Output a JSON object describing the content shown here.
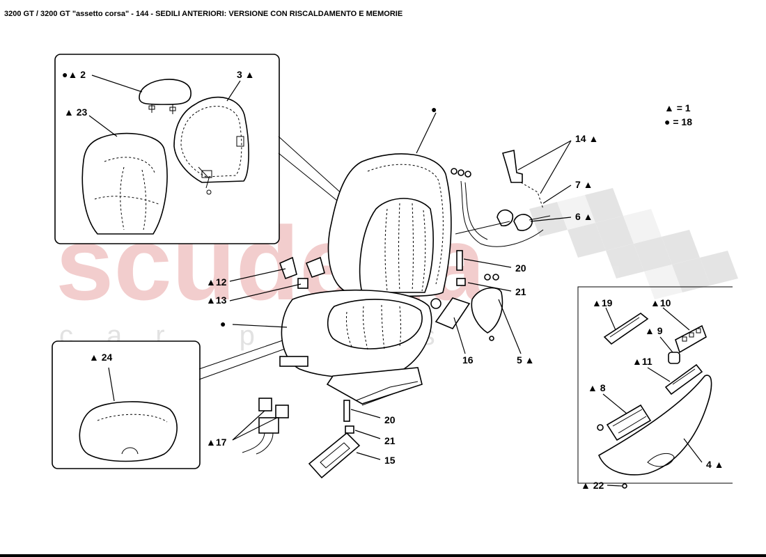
{
  "header": {
    "title": "3200 GT / 3200 GT \"assetto corsa\" - 144 - SEDILI ANTERIORI: VERSIONE CON RISCALDAMENTO E MEMORIE"
  },
  "watermark": {
    "main": "scuderia",
    "sub": "car parts",
    "color": "#e8a6a6"
  },
  "legend": {
    "triangle": "▲ = 1",
    "circle": "● = 18"
  },
  "callouts": {
    "c2": "●▲ 2",
    "c3": "3 ▲",
    "c23": "▲ 23",
    "c24": "▲ 24",
    "c12": "▲12",
    "c13": "▲13",
    "c17": "▲17",
    "c14": "14 ▲",
    "c7": "7 ▲",
    "c6": "6 ▲",
    "c20a": "20",
    "c21a": "21",
    "c16": "16",
    "c5": "5 ▲",
    "c20b": "20",
    "c21b": "21",
    "c15": "15",
    "c19": "▲19",
    "c10": "▲10",
    "c9": "▲ 9",
    "c11": "▲11",
    "c8": "▲ 8",
    "c4": "4 ▲",
    "c22": "▲ 22",
    "seat_back": "●",
    "seat_cushion": "●"
  }
}
